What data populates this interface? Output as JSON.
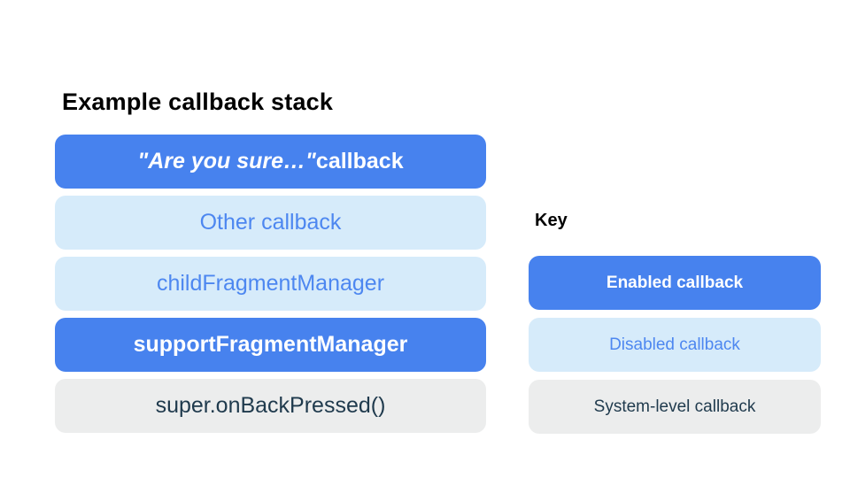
{
  "title": "Example callback stack",
  "colors": {
    "enabled_bg": "#4782ee",
    "enabled_text": "#ffffff",
    "disabled_bg": "#d6ebfa",
    "disabled_text": "#4d87f0",
    "system_bg": "#eceded",
    "system_text": "#1f3a4d"
  },
  "stack": {
    "items": [
      {
        "quote": "\"Are you sure…\"",
        "suffix": " callback",
        "type": "enabled"
      },
      {
        "label": "Other callback",
        "type": "disabled"
      },
      {
        "label": "childFragmentManager",
        "type": "disabled"
      },
      {
        "label": "supportFragmentManager",
        "type": "enabled"
      },
      {
        "label": "super.onBackPressed()",
        "type": "system"
      }
    ]
  },
  "key": {
    "title": "Key",
    "items": [
      {
        "label": "Enabled callback",
        "type": "enabled"
      },
      {
        "label": "Disabled callback",
        "type": "disabled"
      },
      {
        "label": "System-level callback",
        "type": "system"
      }
    ]
  }
}
